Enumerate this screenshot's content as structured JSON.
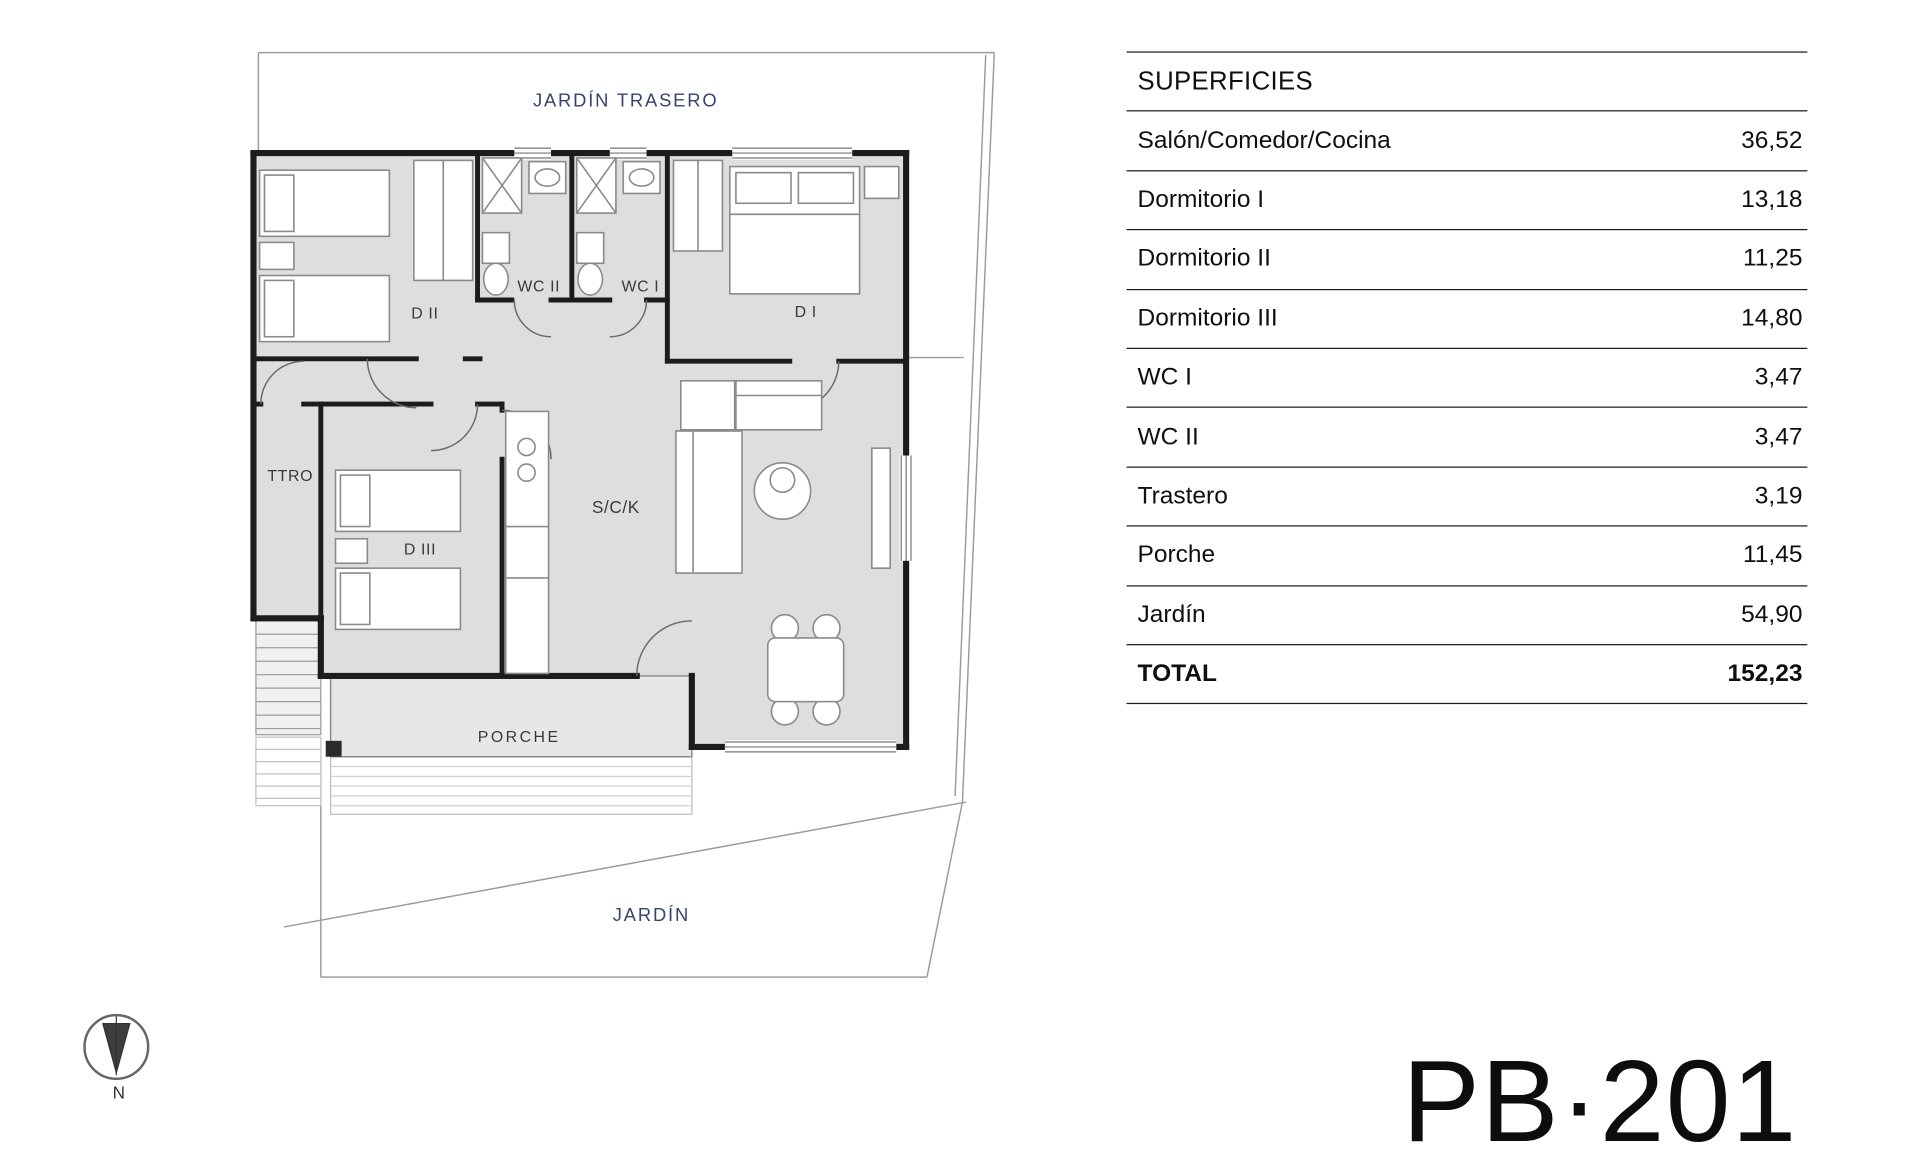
{
  "plan": {
    "labels": {
      "back_garden": "JARDÍN TRASERO",
      "garden": "JARDÍN",
      "porch": "PORCHE",
      "living": "S/C/K",
      "bedroom1": "D I",
      "bedroom2": "D II",
      "bedroom3": "D III",
      "wc1": "WC I",
      "wc2": "WC II",
      "storage": "TTRO",
      "north": "N"
    },
    "colors": {
      "room_fill": "#dedede",
      "porch_fill": "#e7e7e7",
      "wall": "#1c1c1c",
      "garden_label": "#34446e"
    }
  },
  "surfaces": {
    "title": "SUPERFICIES",
    "rows": [
      {
        "label": "Salón/Comedor/Cocina",
        "value": "36,52"
      },
      {
        "label": "Dormitorio I",
        "value": "13,18"
      },
      {
        "label": "Dormitorio II",
        "value": "11,25"
      },
      {
        "label": "Dormitorio III",
        "value": "14,80"
      },
      {
        "label": "WC I",
        "value": "3,47"
      },
      {
        "label": "WC II",
        "value": "3,47"
      },
      {
        "label": "Trastero",
        "value": "3,19"
      },
      {
        "label": "Porche",
        "value": "11,45"
      },
      {
        "label": "Jardín",
        "value": "54,90"
      }
    ],
    "total": {
      "label": "TOTAL",
      "value": "152,23"
    }
  },
  "plan_code": "PB·201"
}
